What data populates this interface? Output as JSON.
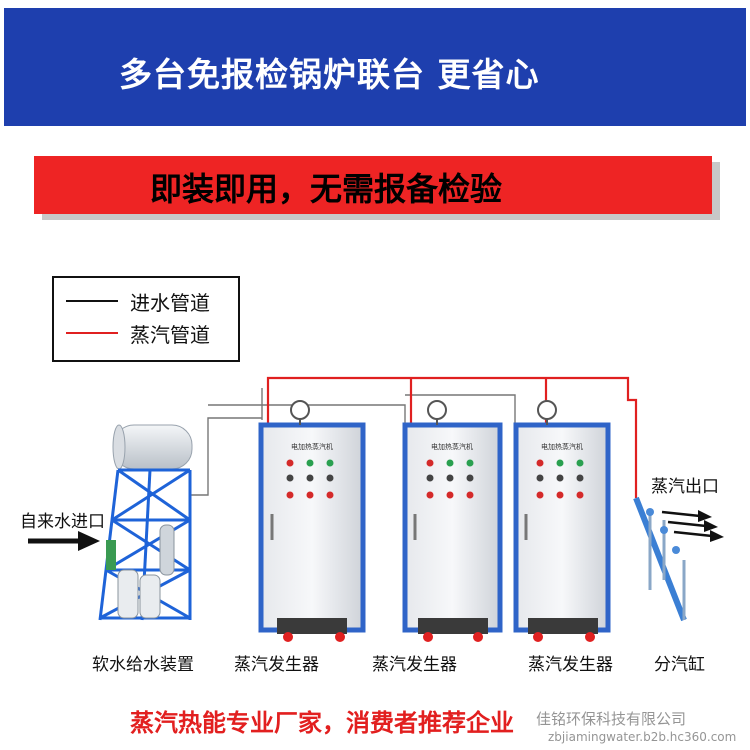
{
  "header": {
    "title": "多台免报检锅炉联台 更省心",
    "bg_color": "#1e3fae"
  },
  "banner": {
    "text": "即装即用，无需报备检验",
    "bg_color": "#ee2424"
  },
  "legend": {
    "items": [
      {
        "label": "进水管道",
        "color": "#111111"
      },
      {
        "label": "蒸汽管道",
        "color": "#e02020"
      }
    ]
  },
  "diagram": {
    "inlet_label": "自来水进口",
    "outlet_label": "蒸汽出口",
    "equipment": [
      {
        "label": "软水给水装置"
      },
      {
        "label": "蒸汽发生器",
        "nameplate": "电加热蒸汽机"
      },
      {
        "label": "蒸汽发生器",
        "nameplate": "电加热蒸汽机"
      },
      {
        "label": "蒸汽发生器",
        "nameplate": "电加热蒸汽机"
      },
      {
        "label": "分汽缸"
      }
    ]
  },
  "footer": {
    "slogan": "蒸汽热能专业厂家，消费者推荐企业",
    "watermark_company": "佳铭环保科技有限公司",
    "watermark_url": "zbjiamingwater.b2b.hc360.com"
  }
}
